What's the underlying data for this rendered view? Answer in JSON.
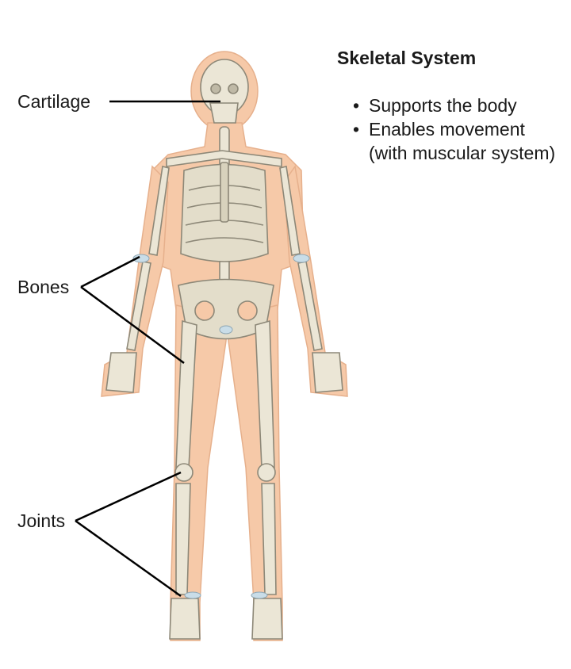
{
  "title": "Skeletal System",
  "bullets": [
    "Supports the body",
    "Enables movement (with muscular system)"
  ],
  "labels": {
    "cartilage": "Cartilage",
    "bones": "Bones",
    "joints": "Joints"
  }
}
